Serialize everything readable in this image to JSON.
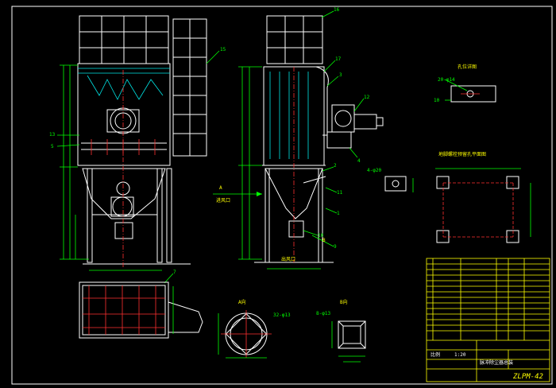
{
  "drawing": {
    "balloons": {
      "b16": "16",
      "b15": "15",
      "b17": "17",
      "b3": "3",
      "b12": "12",
      "b4": "4",
      "b13": "13",
      "b5": "5",
      "b2": "2",
      "b11": "11",
      "b1": "1",
      "b10": "10",
      "b7": "7",
      "b9": "9"
    },
    "labels": {
      "view_a": "A",
      "view_b": "B",
      "section_a": "A向",
      "section_b": "B向",
      "outlet_label": "出风口",
      "inlet_label": "进风口",
      "detail_title": "孔位详图",
      "anchor_title": "地脚螺栓预留孔平面图",
      "hole_note": "20-φ14",
      "dim_10": "10",
      "flange_note": "32-φ13",
      "flange_note_b": "8-φ13",
      "hole4": "4-φ20"
    },
    "title_block": {
      "drawing_no": "ZLPM-42",
      "drawing_name": "脉冲除尘器总装",
      "scale_label": "比例",
      "scale": "1:20"
    },
    "colors": {
      "background": "#000000",
      "outline": "#ffffff",
      "dimension": "#00ff00",
      "centerline": "#ff3030",
      "hatch": "#00e5e5",
      "text": "#ffff00"
    }
  }
}
